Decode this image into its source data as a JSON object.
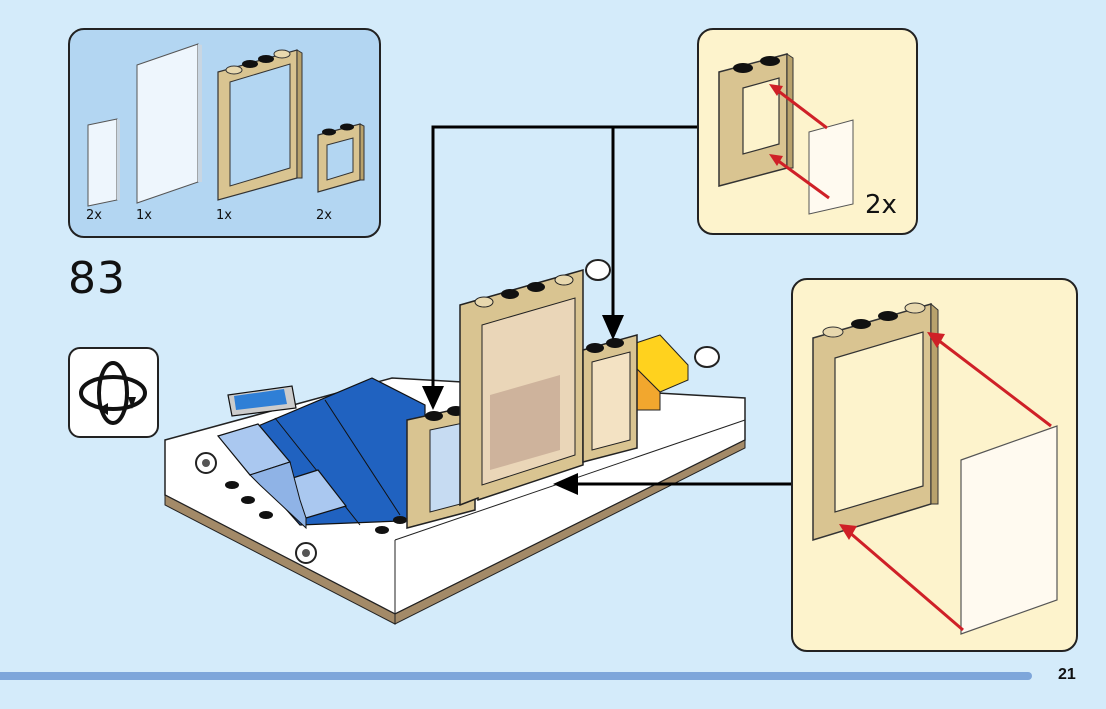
{
  "step": {
    "number": "83"
  },
  "parts_list": {
    "items": [
      {
        "name": "glass-pane-small",
        "quantity": "2x"
      },
      {
        "name": "glass-pane-large",
        "quantity": "1x"
      },
      {
        "name": "window-frame-large-tan",
        "quantity": "1x"
      },
      {
        "name": "window-frame-small-tan",
        "quantity": "2x"
      }
    ]
  },
  "sub_assemblies": [
    {
      "name": "small-window-assembly",
      "quantity": "2x"
    },
    {
      "name": "large-window-assembly",
      "quantity": ""
    }
  ],
  "icons": {
    "rotate": "rotate-model-icon"
  },
  "footer": {
    "page_number": "21"
  },
  "colors": {
    "background": "#d4ebfa",
    "parts_panel": "#b3d6f2",
    "sub_panel": "#fdf3cc",
    "tan_brick": "#d9c491",
    "blue_tile": "#2062c0",
    "light_blue_tile": "#aac8f0",
    "yellow_brick": "#ffd21e",
    "assembly_arrow": "#cf2027",
    "footer_bar": "#7ea6da"
  }
}
